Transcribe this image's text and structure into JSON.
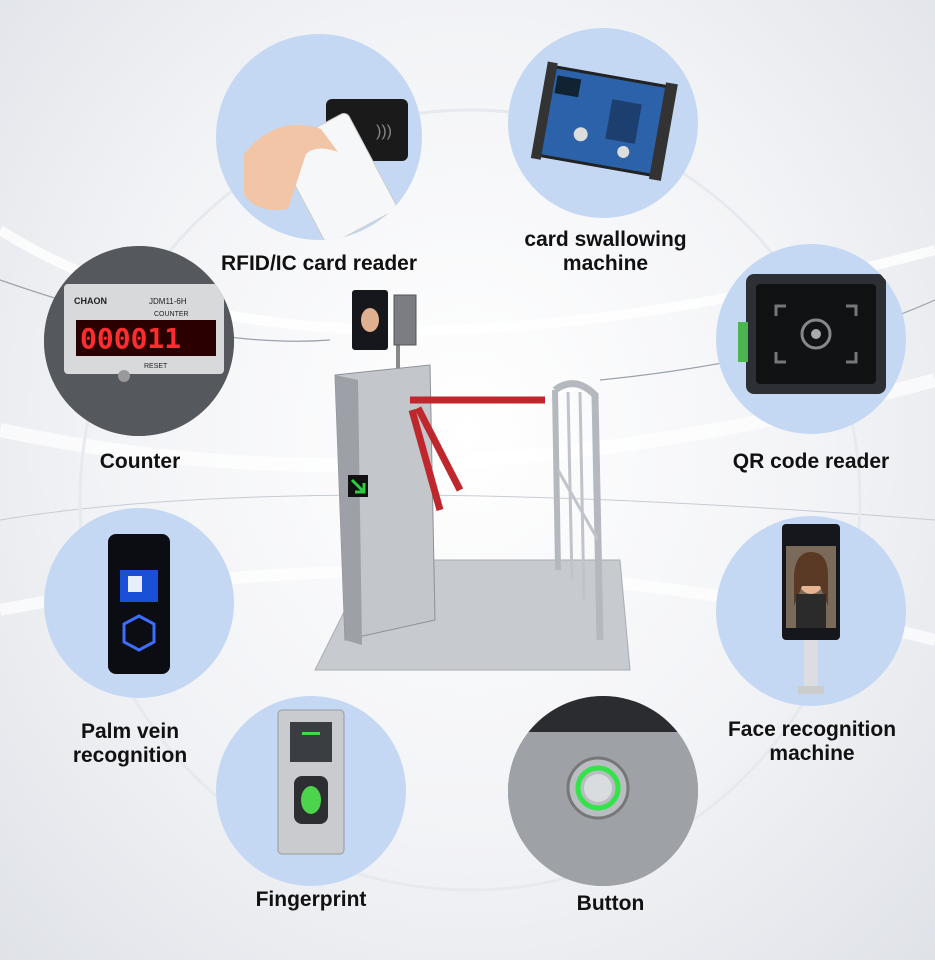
{
  "features": {
    "rfid": {
      "label": "RFID/IC card reader",
      "icon": "rfid-card-reader-icon"
    },
    "card_swallow": {
      "label_line1": "card swallowing",
      "label_line2": "machine",
      "icon": "card-swallowing-machine-icon"
    },
    "counter": {
      "label": "Counter",
      "icon": "counter-icon",
      "display": "000011",
      "brand": "CHAON",
      "model": "JDM11-6H",
      "sub": "COUNTER",
      "reset": "RESET"
    },
    "qr": {
      "label": "QR code reader",
      "icon": "qr-reader-icon"
    },
    "palm": {
      "label_line1": "Palm vein",
      "label_line2": "recognition",
      "icon": "palm-vein-icon"
    },
    "face": {
      "label_line1": "Face recognition",
      "label_line2": "machine",
      "icon": "face-recognition-icon"
    },
    "fingerprint": {
      "label": "Fingerprint",
      "icon": "fingerprint-icon"
    },
    "button": {
      "label": "Button",
      "icon": "button-icon"
    }
  },
  "colors": {
    "circle_bg": "#c5d8f3",
    "steel": "#b9bec5",
    "red_arm": "#c0272d",
    "green_arrow": "#2ecc40",
    "counter_red": "#ff2d2d"
  }
}
